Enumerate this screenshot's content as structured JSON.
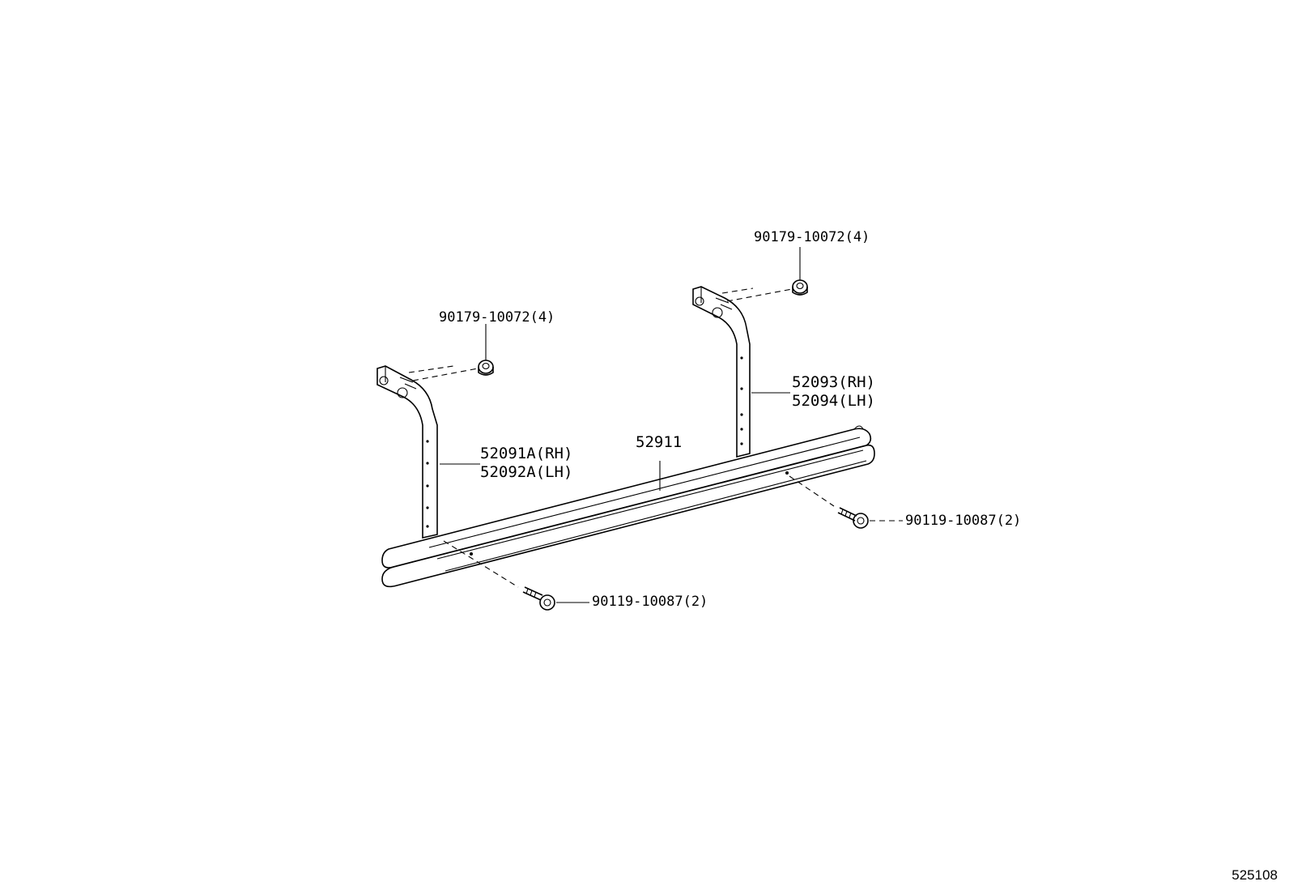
{
  "labels": {
    "nut_upper_right": "90179-10072(4)",
    "nut_upper_left": "90179-10072(4)",
    "bracket_right_rh": "52093(RH)",
    "bracket_right_lh": "52094(LH)",
    "step_bar": "52911",
    "bracket_left_rh": "52091A(RH)",
    "bracket_left_lh": "52092A(LH)",
    "bolt_right": "90119-10087(2)",
    "bolt_left": "90119-10087(2)"
  },
  "figure_number": "525108",
  "colors": {
    "line": "#000000",
    "background": "#ffffff"
  }
}
